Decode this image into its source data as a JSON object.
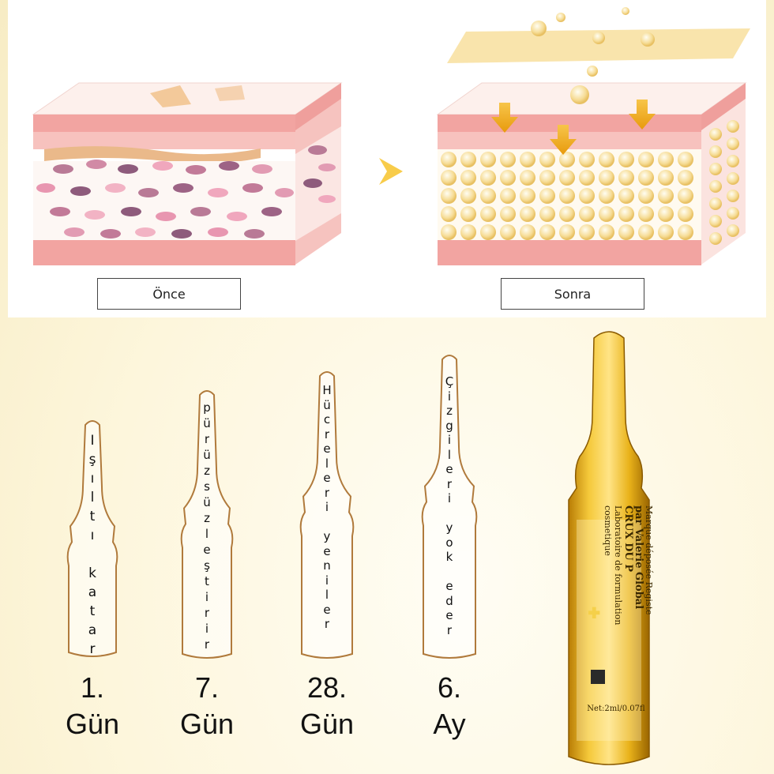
{
  "before_after": {
    "before_label": "Önce",
    "after_label": "Sonra"
  },
  "ampoules": [
    {
      "text": [
        "I",
        "ş",
        "ı",
        "l",
        "t",
        "ı",
        "",
        "k",
        "a",
        "t",
        "a",
        "r"
      ],
      "day_number": "1.",
      "day_unit": "Gün"
    },
    {
      "text": [
        "p",
        "ü",
        "r",
        "ü",
        "z",
        "s",
        "ü",
        "z",
        "l",
        "e",
        "ş",
        "t",
        "i",
        "r",
        "i",
        "r"
      ],
      "day_number": "7.",
      "day_unit": "Gün"
    },
    {
      "text": [
        "H",
        "ü",
        "c",
        "r",
        "e",
        "l",
        "e",
        "r",
        "i",
        "",
        "y",
        "e",
        "n",
        "i",
        "l",
        "e",
        "r"
      ],
      "day_number": "28.",
      "day_unit": "Gün"
    },
    {
      "text": [
        "Ç",
        "i",
        "z",
        "g",
        "i",
        "l",
        "e",
        "r",
        "i",
        "",
        "y",
        "o",
        "k",
        "",
        "e",
        "d",
        "e",
        "r"
      ],
      "day_number": "6.",
      "day_unit": "Ay"
    }
  ],
  "product": {
    "lines": [
      "Marque déposée Registe",
      "par Valerie Global",
      "CRUX DU P",
      "Laboratoire de formulation",
      "cosmetique"
    ],
    "net": "Net:2ml/0.07fl"
  },
  "colors": {
    "skin_pink": "#f3a9a6",
    "skin_light": "#fbd8d4",
    "gold": "#f2b830",
    "ampoule_outline": "#b07a3c"
  }
}
